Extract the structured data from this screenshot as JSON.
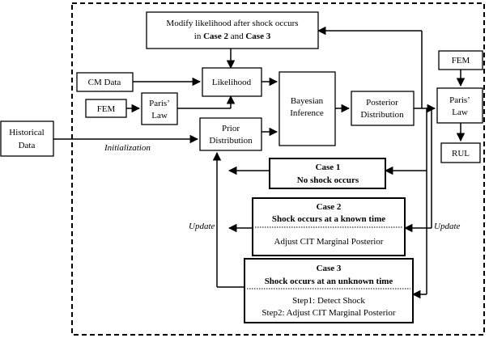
{
  "boxes": {
    "modify": {
      "line1": "Modify likelihood after shock occurs",
      "line2_pre": "in ",
      "case2": "Case 2",
      "and": " and ",
      "case3": "Case 3"
    },
    "cm_data": "CM Data",
    "likelihood": "Likelihood",
    "fem_left": "FEM",
    "paris_left": {
      "line1": "Paris’",
      "line2": "Law"
    },
    "prior": {
      "line1": "Prior",
      "line2": "Distribution"
    },
    "bayesian": {
      "line1": "Bayesian",
      "line2": "Inference"
    },
    "posterior": {
      "line1": "Posterior",
      "line2": "Distribution"
    },
    "historical": {
      "line1": "Historical",
      "line2": "Data"
    },
    "fem_right": "FEM",
    "paris_right": {
      "line1": "Paris’",
      "line2": "Law"
    },
    "rul": "RUL",
    "case1": {
      "title": "Case 1",
      "desc": "No shock occurs"
    },
    "case2": {
      "title": "Case 2",
      "desc": "Shock occurs at a known time",
      "step": "Adjust CIT Marginal Posterior"
    },
    "case3": {
      "title": "Case 3",
      "desc": "Shock occurs at an unknown time",
      "step1": "Step1: Detect Shock",
      "step2": "Step2: Adjust CIT Marginal Posterior"
    }
  },
  "labels": {
    "initialization": "Initialization",
    "update_left": "Update",
    "update_right": "Update"
  }
}
